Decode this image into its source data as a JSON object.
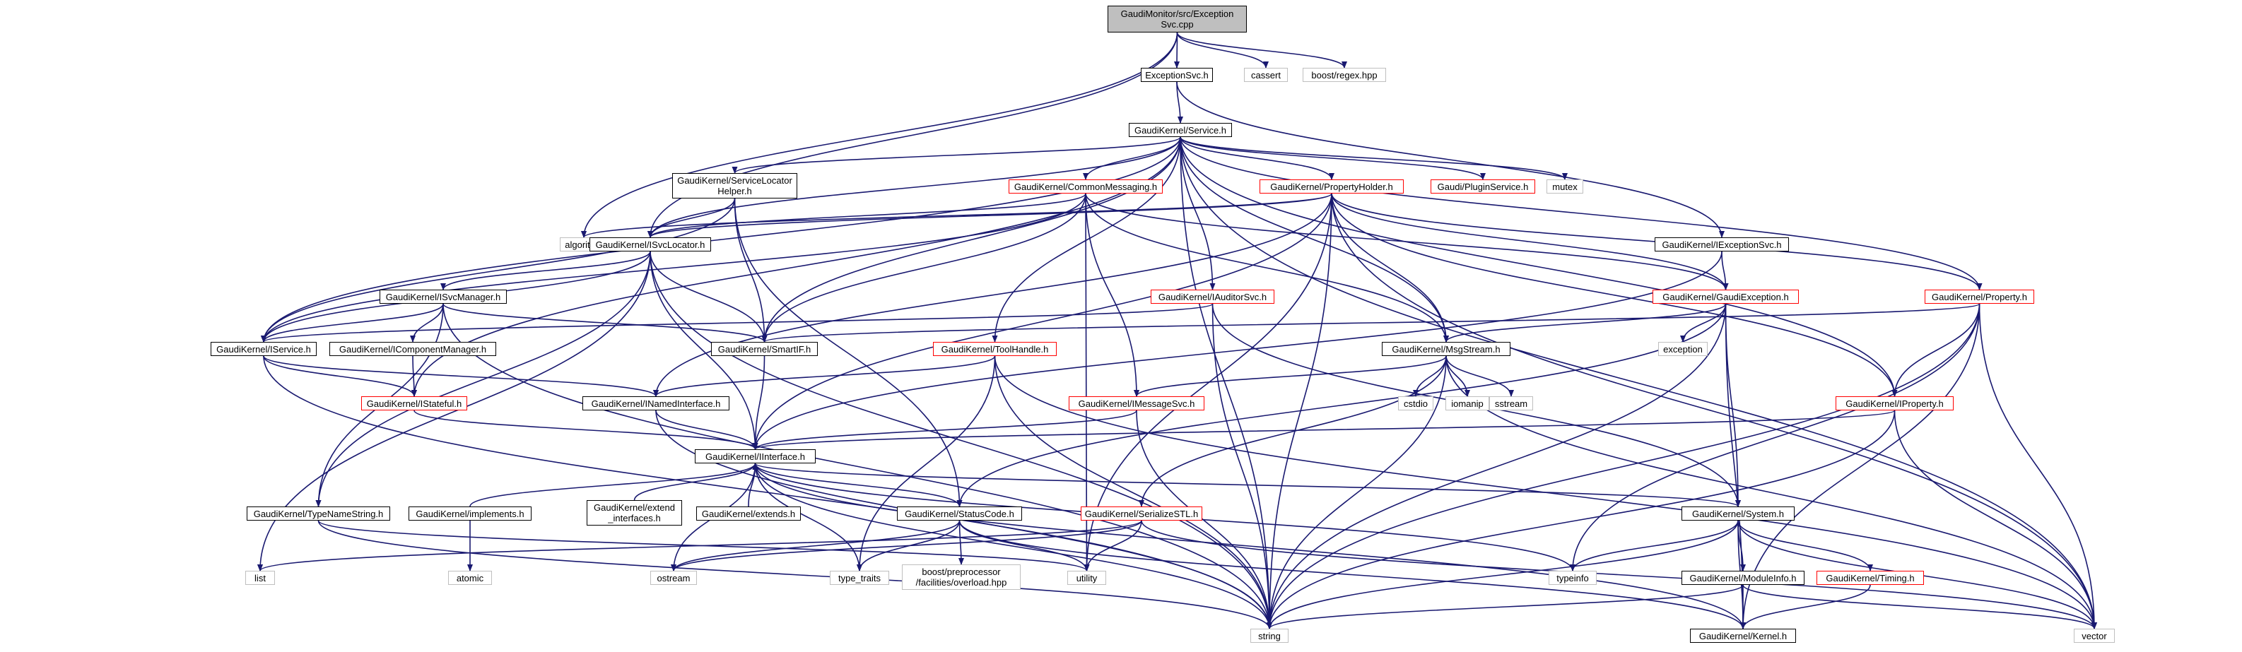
{
  "colors": {
    "edge": "#191970",
    "root_fill": "#bfbfbf",
    "red_border": "#ff0000",
    "gray_border": "#bfbfbf",
    "black_border": "#000000"
  },
  "nodes": {
    "exception_svc_cpp": {
      "label": "GaudiMonitor/src/Exception\nSvc.cpp",
      "kind": "root"
    },
    "exception_svc_h": {
      "label": "ExceptionSvc.h",
      "kind": "black"
    },
    "cassert": {
      "label": "cassert",
      "kind": "ext"
    },
    "boost_regex": {
      "label": "boost/regex.hpp",
      "kind": "ext"
    },
    "service_h": {
      "label": "GaudiKernel/Service.h",
      "kind": "black"
    },
    "service_locator_helper": {
      "label": "GaudiKernel/ServiceLocator\nHelper.h",
      "kind": "black"
    },
    "common_messaging": {
      "label": "GaudiKernel/CommonMessaging.h",
      "kind": "red"
    },
    "property_holder": {
      "label": "GaudiKernel/PropertyHolder.h",
      "kind": "red"
    },
    "plugin_service": {
      "label": "Gaudi/PluginService.h",
      "kind": "red"
    },
    "mutex": {
      "label": "mutex",
      "kind": "ext"
    },
    "algorithm": {
      "label": "algorithm",
      "kind": "ext"
    },
    "isvclocator": {
      "label": "GaudiKernel/ISvcLocator.h",
      "kind": "black"
    },
    "iexceptionsvc": {
      "label": "GaudiKernel/IExceptionSvc.h",
      "kind": "black"
    },
    "isvcmanager": {
      "label": "GaudiKernel/ISvcManager.h",
      "kind": "black"
    },
    "iauditorsvc": {
      "label": "GaudiKernel/IAuditorSvc.h",
      "kind": "red"
    },
    "gaudiexception": {
      "label": "GaudiKernel/GaudiException.h",
      "kind": "red"
    },
    "property_h": {
      "label": "GaudiKernel/Property.h",
      "kind": "red"
    },
    "iservice": {
      "label": "GaudiKernel/IService.h",
      "kind": "black"
    },
    "icomponentmanager": {
      "label": "GaudiKernel/IComponentManager.h",
      "kind": "black"
    },
    "smartif": {
      "label": "GaudiKernel/SmartIF.h",
      "kind": "black"
    },
    "toolhandle": {
      "label": "GaudiKernel/ToolHandle.h",
      "kind": "red"
    },
    "msgstream": {
      "label": "GaudiKernel/MsgStream.h",
      "kind": "black"
    },
    "exception": {
      "label": "exception",
      "kind": "ext"
    },
    "istateful": {
      "label": "GaudiKernel/IStateful.h",
      "kind": "red"
    },
    "inamedinterface": {
      "label": "GaudiKernel/INamedInterface.h",
      "kind": "black"
    },
    "imessagesvc": {
      "label": "GaudiKernel/IMessageSvc.h",
      "kind": "red"
    },
    "cstdio": {
      "label": "cstdio",
      "kind": "ext"
    },
    "iomanip": {
      "label": "iomanip",
      "kind": "ext"
    },
    "sstream": {
      "label": "sstream",
      "kind": "ext"
    },
    "iproperty": {
      "label": "GaudiKernel/IProperty.h",
      "kind": "red"
    },
    "iinterface": {
      "label": "GaudiKernel/IInterface.h",
      "kind": "black"
    },
    "typenamestring": {
      "label": "GaudiKernel/TypeNameString.h",
      "kind": "black"
    },
    "implements": {
      "label": "GaudiKernel/implements.h",
      "kind": "black"
    },
    "extend_interfaces": {
      "label": "GaudiKernel/extend\n_interfaces.h",
      "kind": "black"
    },
    "extends": {
      "label": "GaudiKernel/extends.h",
      "kind": "black"
    },
    "statuscode": {
      "label": "GaudiKernel/StatusCode.h",
      "kind": "black"
    },
    "serializestl": {
      "label": "GaudiKernel/SerializeSTL.h",
      "kind": "red"
    },
    "system_h": {
      "label": "GaudiKernel/System.h",
      "kind": "black"
    },
    "atomic": {
      "label": "atomic",
      "kind": "ext"
    },
    "list": {
      "label": "list",
      "kind": "ext"
    },
    "ostream": {
      "label": "ostream",
      "kind": "ext"
    },
    "type_traits": {
      "label": "type_traits",
      "kind": "ext"
    },
    "boost_overload": {
      "label": "boost/preprocessor\n/facilities/overload.hpp",
      "kind": "ext"
    },
    "utility": {
      "label": "utility",
      "kind": "ext"
    },
    "typeinfo": {
      "label": "typeinfo",
      "kind": "ext"
    },
    "moduleinfo": {
      "label": "GaudiKernel/ModuleInfo.h",
      "kind": "black"
    },
    "timing": {
      "label": "GaudiKernel/Timing.h",
      "kind": "red"
    },
    "string": {
      "label": "string",
      "kind": "ext"
    },
    "kernel": {
      "label": "GaudiKernel/Kernel.h",
      "kind": "black"
    },
    "vector": {
      "label": "vector",
      "kind": "ext"
    }
  }
}
